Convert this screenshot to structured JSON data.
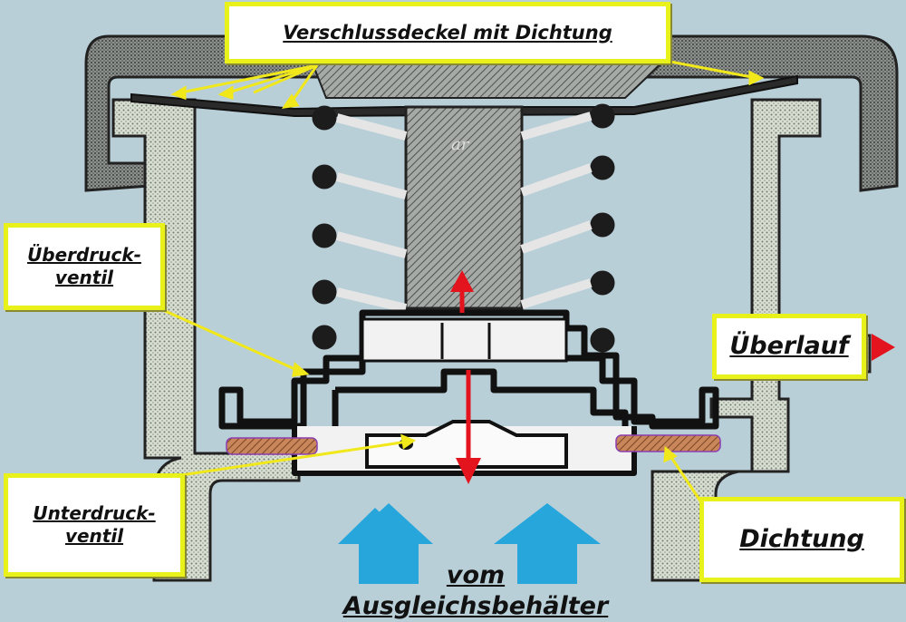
{
  "labels": {
    "cap_with_seal": "Verschlussdeckel mit Dichtung",
    "overpressure_valve": "Überdruck-\nventil",
    "overflow": "Überlauf",
    "underpressure_valve": "Unterdruck-\nventil",
    "seal": "Dichtung",
    "from_reservoir_line1": "vom",
    "from_reservoir_line2": "Ausgleichsbehälter"
  },
  "colors": {
    "background": "#b9cfd8",
    "callout_border": "#e8f21a",
    "callout_fill": "#ffffff",
    "leader_lines": "#f0e81a",
    "flow_arrow_red": "#e4141e",
    "inflow_arrow_blue": "#27a6dc",
    "seal_brown": "#b86a3c",
    "hatching": "#555555"
  }
}
